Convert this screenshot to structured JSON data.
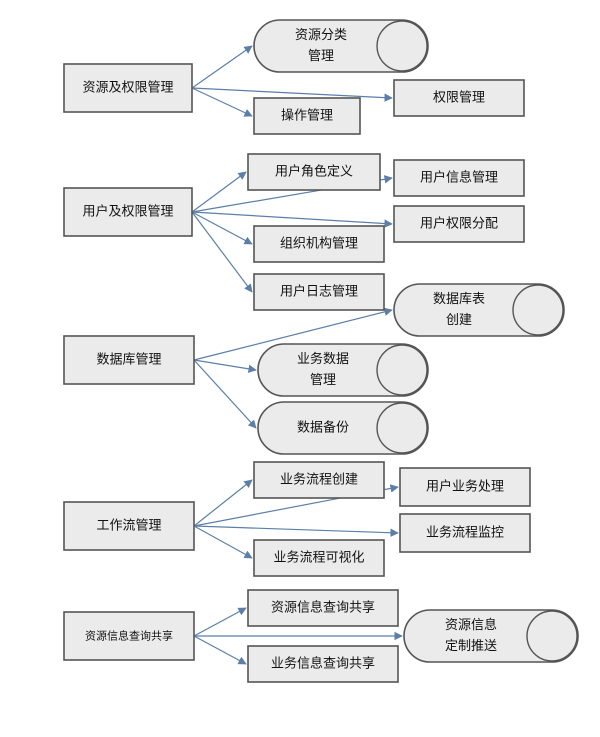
{
  "colors": {
    "box_fill": "#ebebeb",
    "box_border": "#555555",
    "arrow": "#5b7fa8",
    "text": "#111111"
  },
  "groups": [
    {
      "root": "资源及权限管理",
      "children": [
        {
          "lines": [
            "资源分类",
            "管理"
          ],
          "shape": "capsule"
        },
        {
          "lines": [
            "权限管理"
          ],
          "shape": "rect"
        },
        {
          "lines": [
            "操作管理"
          ],
          "shape": "rect"
        }
      ]
    },
    {
      "root": "用户及权限管理",
      "children": [
        {
          "lines": [
            "用户角色定义"
          ],
          "shape": "rect"
        },
        {
          "lines": [
            "用户信息管理"
          ],
          "shape": "rect"
        },
        {
          "lines": [
            "用户权限分配"
          ],
          "shape": "rect"
        },
        {
          "lines": [
            "组织机构管理"
          ],
          "shape": "rect"
        },
        {
          "lines": [
            "用户日志管理"
          ],
          "shape": "rect"
        }
      ]
    },
    {
      "root": "数据库管理",
      "children": [
        {
          "lines": [
            "数据库表",
            "创建"
          ],
          "shape": "capsule"
        },
        {
          "lines": [
            "业务数据",
            "管理"
          ],
          "shape": "capsule"
        },
        {
          "lines": [
            "数据备份"
          ],
          "shape": "capsule"
        }
      ]
    },
    {
      "root": "工作流管理",
      "children": [
        {
          "lines": [
            "业务流程创建"
          ],
          "shape": "rect"
        },
        {
          "lines": [
            "用户业务处理"
          ],
          "shape": "rect"
        },
        {
          "lines": [
            "业务流程监控"
          ],
          "shape": "rect"
        },
        {
          "lines": [
            "业务流程可视化"
          ],
          "shape": "rect"
        }
      ]
    },
    {
      "root": "资源信息查询共享",
      "children": [
        {
          "lines": [
            "资源信息查询共享"
          ],
          "shape": "rect"
        },
        {
          "lines": [
            "资源信息",
            "定制推送"
          ],
          "shape": "capsule"
        },
        {
          "lines": [
            "业务信息查询共享"
          ],
          "shape": "rect"
        }
      ]
    }
  ]
}
